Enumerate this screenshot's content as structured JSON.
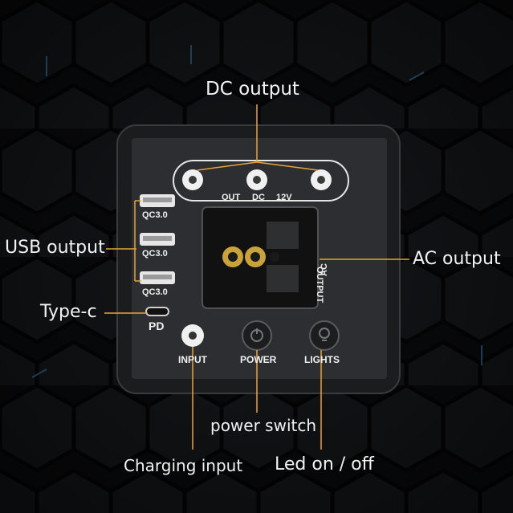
{
  "callouts": {
    "dc_output": "DC output",
    "usb_output": "USB output",
    "ac_output": "AC output",
    "type_c": "Type-c",
    "power_switch": "power switch",
    "charging_input": "Charging input",
    "led": "Led on / off"
  },
  "panel": {
    "dc_label_out": "OUT",
    "dc_label_dc": "DC",
    "dc_label_volt": "12V",
    "usb_ports": [
      "QC3.0",
      "QC3.0",
      "QC3.0"
    ],
    "pd_label": "PD",
    "ac_label_1": "AC",
    "ac_label_2": "OUTPUT",
    "input_label": "INPUT",
    "power_label": "POWER",
    "lights_label": "LIGHTS"
  },
  "colors": {
    "background": "#0a0b0d",
    "panel": "#2d2e31",
    "leader_line": "#e8a43a",
    "text": "#f2f2f2"
  }
}
